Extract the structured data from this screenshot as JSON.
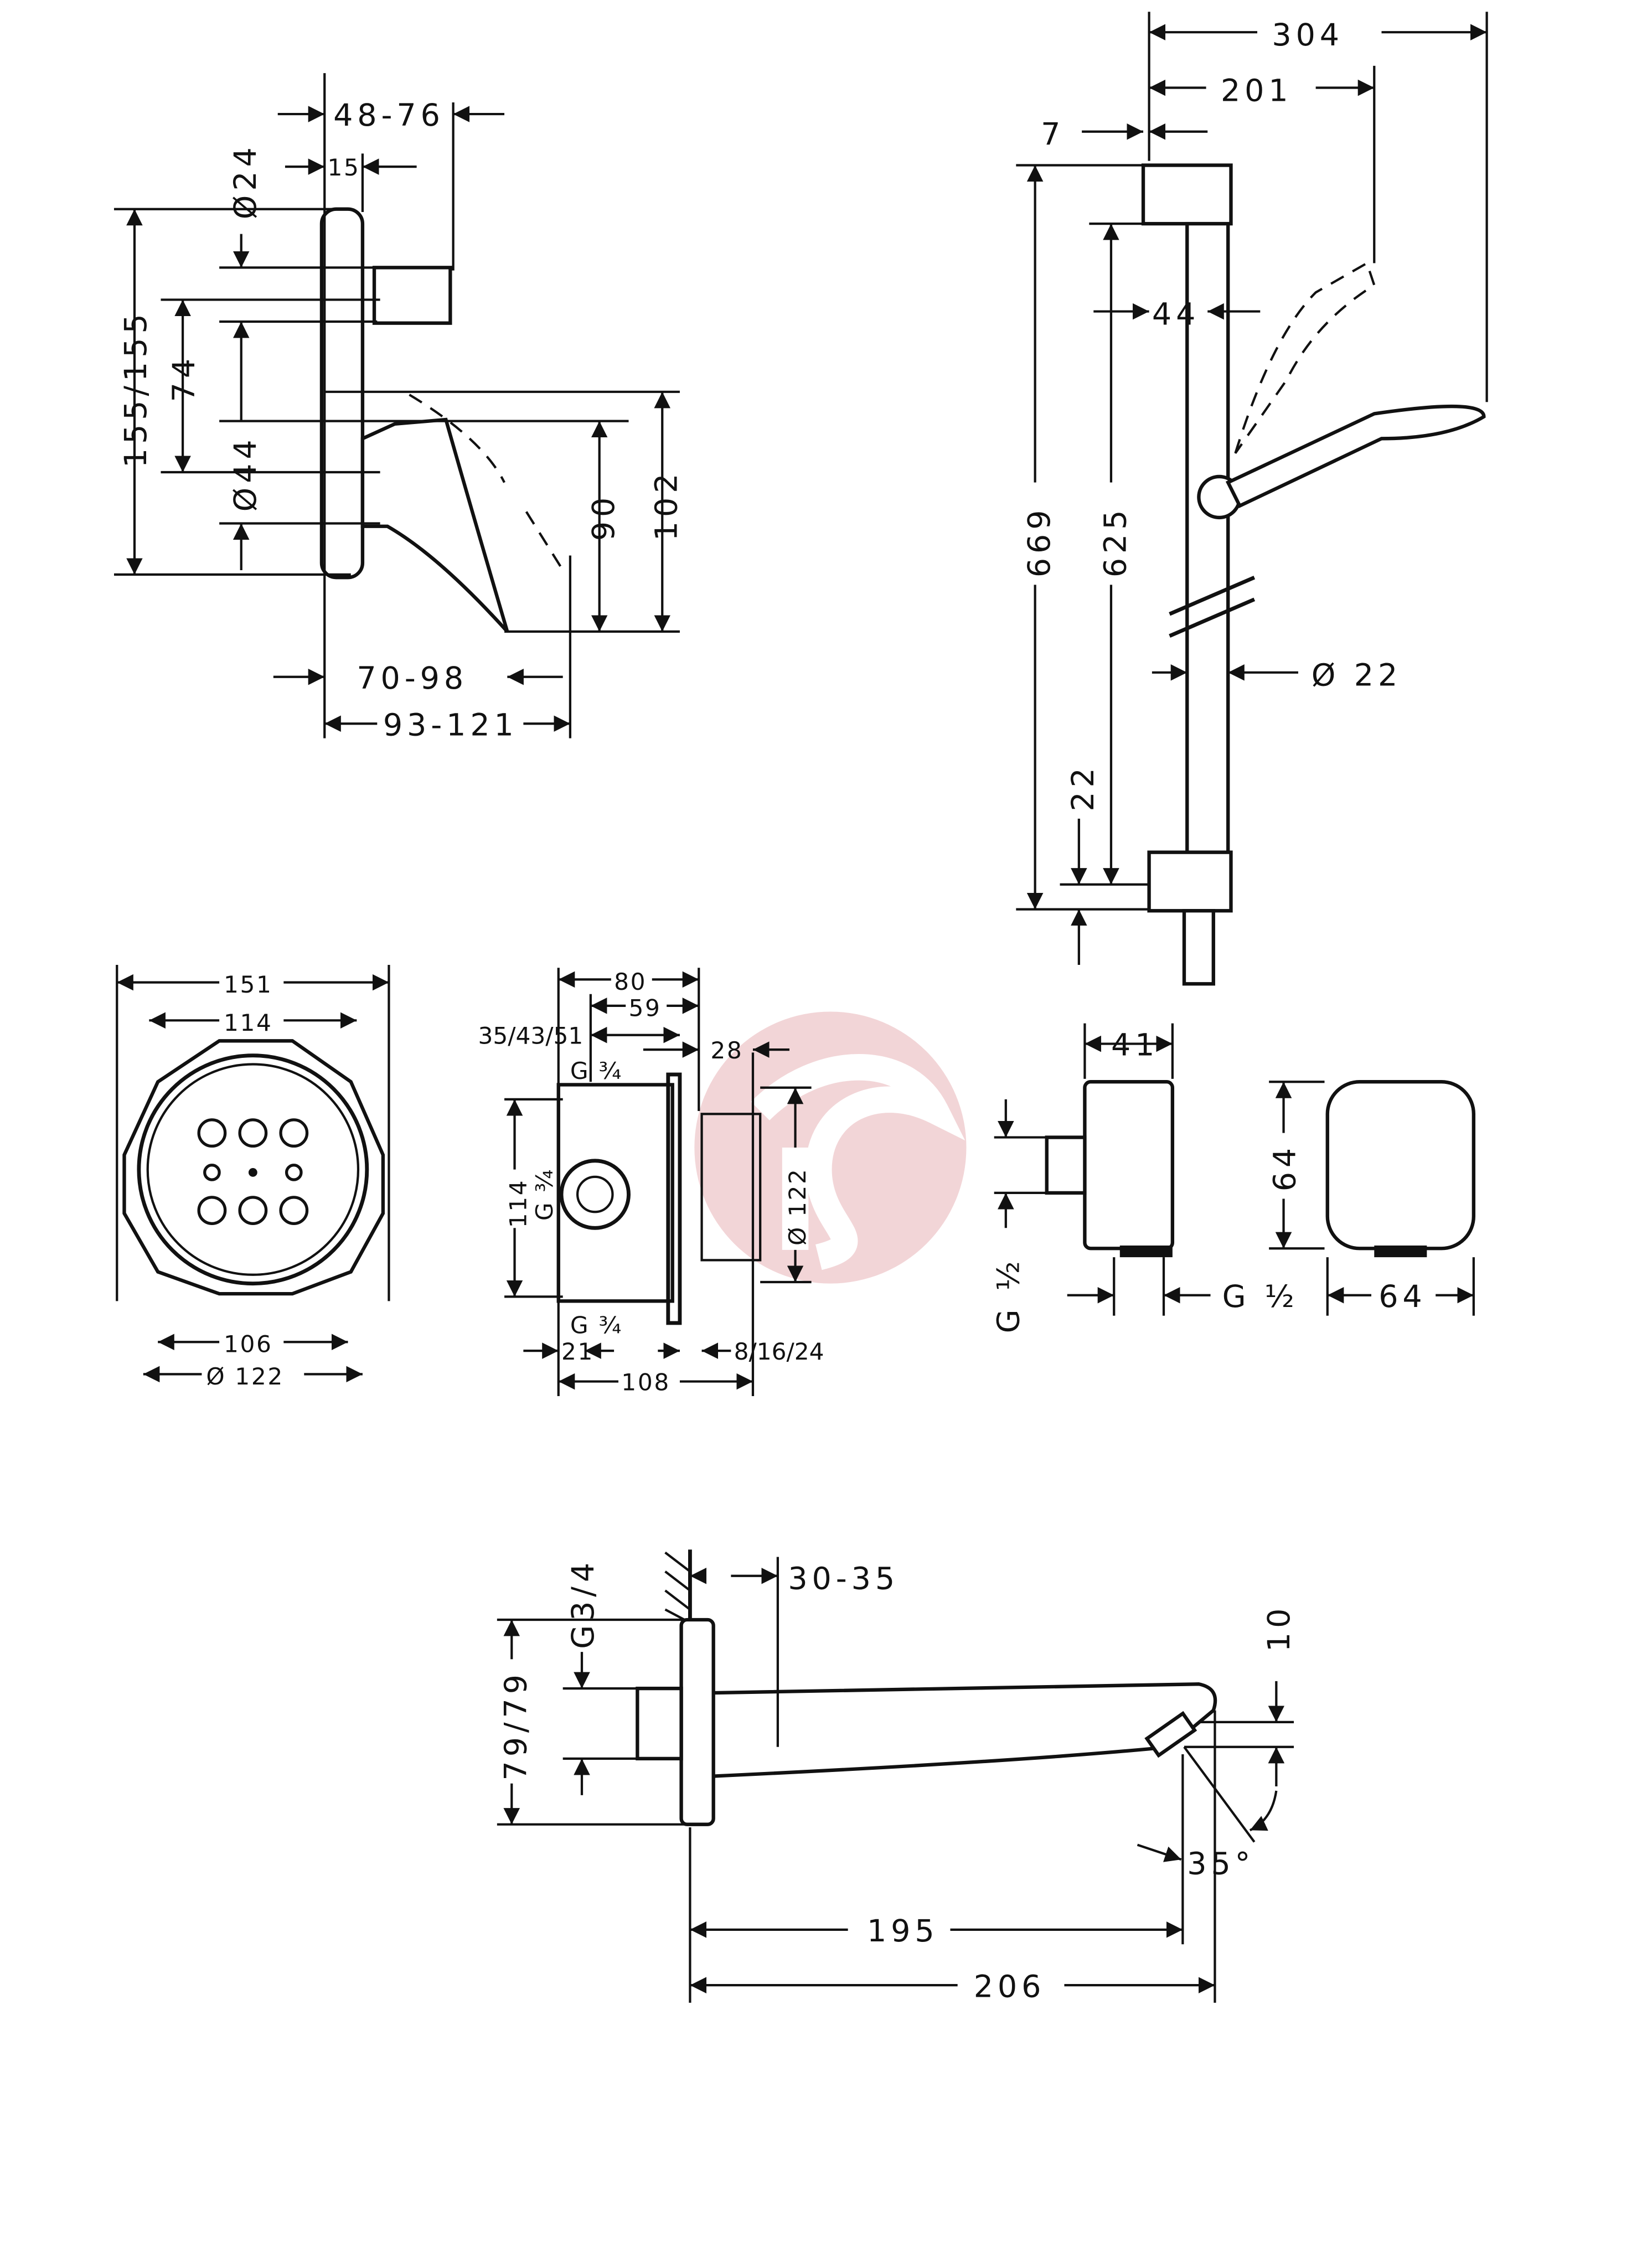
{
  "watermark_color": "#e8b4b8",
  "mixer": {
    "d1": "48-76",
    "d2": "15",
    "d3": "Ø24",
    "d4": "155/155",
    "d5": "74",
    "d6": "Ø44",
    "d7": "90",
    "d8": "102",
    "d9": "70-98",
    "d10": "93-121"
  },
  "rail": {
    "d1": "304",
    "d2": "201",
    "d3": "7",
    "d4": "44",
    "d5": "669",
    "d6": "625",
    "d7": "Ø 22",
    "d8": "22"
  },
  "box_front": {
    "d1": "151",
    "d2": "114",
    "d3": "106",
    "d4": "Ø 122"
  },
  "box_side": {
    "d1": "80",
    "d2": "59",
    "d3": "35/43/51",
    "d4": "28",
    "d5": "G ¾",
    "d6": "114",
    "d7": "G ¾",
    "d8": "Ø 122",
    "d9": "G ¾",
    "d10": "21",
    "d11": "8/16/24",
    "d12": "108"
  },
  "outlet": {
    "d1": "41",
    "d2": "G ½",
    "d3": "G ½",
    "d4": "64",
    "d5": "64"
  },
  "spout": {
    "d1": "G3/4",
    "d2": "30-35",
    "d3": "79/79",
    "d4": "10",
    "d5": "35°",
    "d6": "195",
    "d7": "206"
  }
}
